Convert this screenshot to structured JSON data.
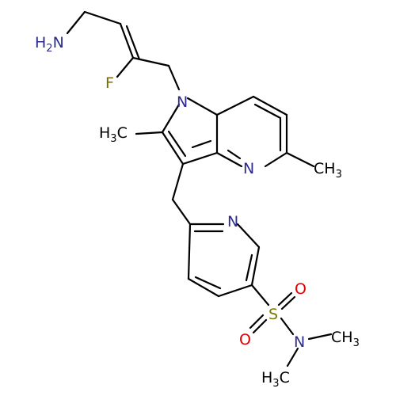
{
  "colors": {
    "carbon": "#000000",
    "nitrogen": "#2b2b8c",
    "oxygen": "#e00000",
    "fluorine": "#7a6a00",
    "sulfur": "#7a7a00",
    "background": "#ffffff"
  },
  "labels": {
    "amine": {
      "main": "H",
      "sub": "2",
      "tail": "N"
    },
    "fluorine": "F",
    "ring_n_indole": "N",
    "ring_n_pyridine_fused": "N",
    "ring_n_pyridine": "N",
    "methyl_left": {
      "main": "H",
      "sub": "3",
      "tail": "C"
    },
    "methyl_right": {
      "main": "CH",
      "sub": "3"
    },
    "sulfur": "S",
    "oxygen_top": "O",
    "oxygen_bottom": "O",
    "sulfonamide_n": "N",
    "n_methyl_right": {
      "main": "CH",
      "sub": "3"
    },
    "n_methyl_bottom": {
      "main": "H",
      "sub": "3",
      "tail": "C"
    }
  }
}
